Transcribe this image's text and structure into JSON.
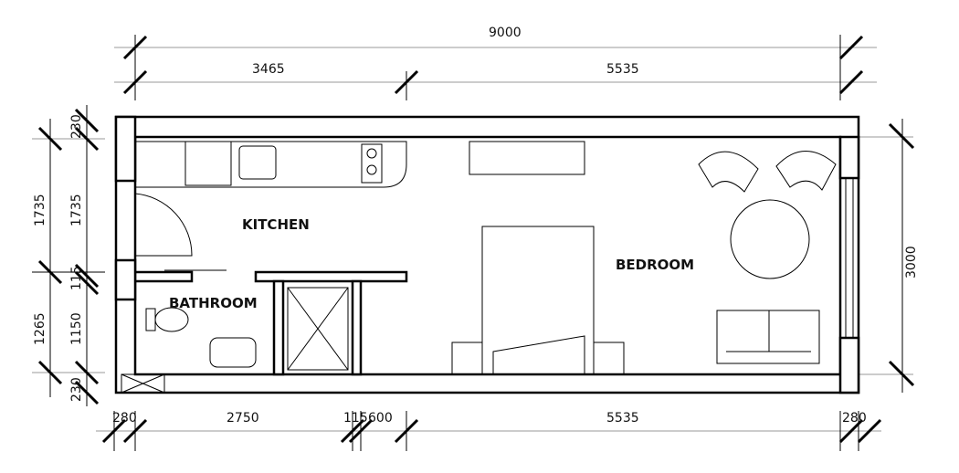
{
  "rooms": {
    "kitchen": "KITCHEN",
    "bathroom": "BATHROOM",
    "bedroom": "BEDROOM"
  },
  "dimensions": {
    "top_total": "9000",
    "top_left": "3465",
    "top_right": "5535",
    "right_total": "3000",
    "left_outer": [
      "230",
      "1735",
      "1265",
      "230"
    ],
    "left_inner": [
      "1735",
      "115",
      "1150"
    ],
    "bottom": [
      "280",
      "2750",
      "115",
      "600",
      "5535",
      "280"
    ]
  }
}
